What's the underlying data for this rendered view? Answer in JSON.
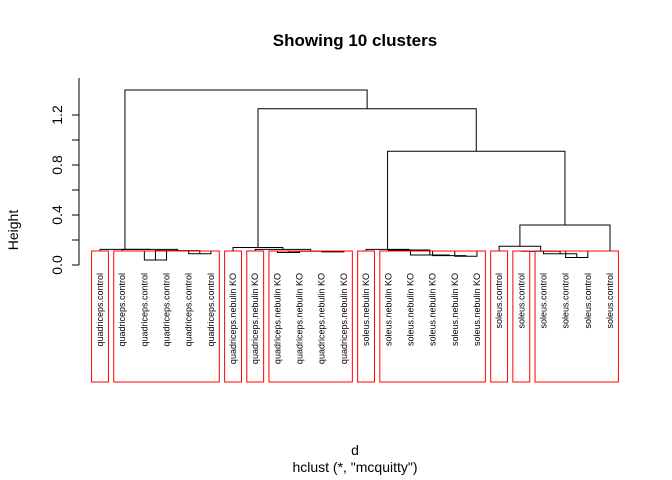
{
  "chart_data": {
    "type": "dendrogram",
    "title": "Showing 10 clusters",
    "xlabel": "d",
    "subtitle": "hclust (*, \"mcquitty\")",
    "ylabel": "Height",
    "ylim": [
      0,
      1.4
    ],
    "yticks": [
      0.0,
      0.4,
      0.8,
      1.2
    ],
    "ytick_labels": [
      "0.0",
      "0.4",
      "0.8",
      "1.2"
    ],
    "line_color": "#000000",
    "cluster_color": "#ff0000",
    "labels": [
      "quadriceps.control",
      "quadriceps.control",
      "quadriceps.control",
      "quadriceps.control",
      "quadriceps.control",
      "quadriceps.control",
      "quadriceps.nebulin KO",
      "quadriceps.nebulin KO",
      "quadriceps.nebulin KO",
      "quadriceps.nebulin KO",
      "quadriceps.nebulin KO",
      "quadriceps.nebulin KO",
      "soleus.nebulin KO",
      "soleus.nebulin KO",
      "soleus.nebulin KO",
      "soleus.nebulin KO",
      "soleus.nebulin KO",
      "soleus.nebulin KO",
      "soleus.control",
      "soleus.control",
      "soleus.control",
      "soleus.control",
      "soleus.control",
      "soleus.control"
    ],
    "merges": [
      [
        -3,
        -4,
        0.04
      ],
      [
        -5,
        -6,
        0.09
      ],
      [
        1,
        2,
        0.115
      ],
      [
        -2,
        3,
        0.125
      ],
      [
        -1,
        4,
        0.125
      ],
      [
        -9,
        -10,
        0.1
      ],
      [
        -11,
        -12,
        0.105
      ],
      [
        6,
        7,
        0.11
      ],
      [
        -8,
        8,
        0.125
      ],
      [
        -7,
        9,
        0.14
      ],
      [
        -17,
        -18,
        0.07
      ],
      [
        -16,
        11,
        0.075
      ],
      [
        -15,
        12,
        0.08
      ],
      [
        -14,
        13,
        0.12
      ],
      [
        -13,
        14,
        0.125
      ],
      [
        -22,
        -23,
        0.06
      ],
      [
        -21,
        16,
        0.09
      ],
      [
        -20,
        17,
        0.11
      ],
      [
        -19,
        18,
        0.15
      ],
      [
        -24,
        19,
        0.32
      ],
      [
        15,
        20,
        0.91
      ],
      [
        10,
        21,
        1.25
      ],
      [
        5,
        22,
        1.4
      ]
    ],
    "clusters": [
      [
        0,
        0
      ],
      [
        1,
        5
      ],
      [
        6,
        6
      ],
      [
        7,
        7
      ],
      [
        8,
        11
      ],
      [
        12,
        12
      ],
      [
        13,
        17
      ],
      [
        18,
        18
      ],
      [
        19,
        19
      ],
      [
        20,
        23
      ]
    ]
  }
}
